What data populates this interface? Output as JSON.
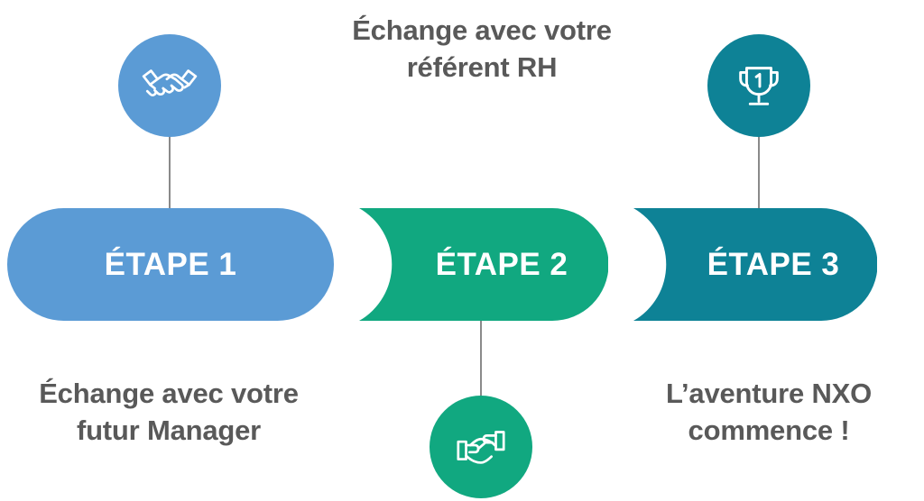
{
  "figure": {
    "type": "process-flow-infographic",
    "background": "#ffffff",
    "text_color": "#595959",
    "connector_color": "#8a8a8a"
  },
  "steps": [
    {
      "label": "ÉTAPE 1",
      "color": "#5B9BD5",
      "shape": "pill",
      "icon": "handshake-icon",
      "icon_position": "above",
      "caption": "Échange avec votre\nfutur Manager",
      "caption_position": "below"
    },
    {
      "label": "ÉTAPE 2",
      "color": "#11A880",
      "shape": "chevron",
      "icon": "hand-giving-icon",
      "icon_position": "below",
      "caption": "Échange avec votre\nréférent RH",
      "caption_position": "above"
    },
    {
      "label": "ÉTAPE 3",
      "color": "#0E8296",
      "shape": "chevron",
      "icon": "trophy-icon",
      "icon_position": "above",
      "caption": "L’aventure NXO\ncommence !",
      "caption_position": "below"
    }
  ],
  "captions": {
    "top_center": "Échange avec votre\nréférent RH",
    "bottom_left": "Échange avec votre\nfutur Manager",
    "bottom_right": "L’aventure NXO\ncommence !"
  },
  "icons": {
    "handshake": "handshake-icon",
    "trophy": "trophy-icon",
    "trophy_number": "1",
    "hand_giving": "hand-giving-icon"
  }
}
